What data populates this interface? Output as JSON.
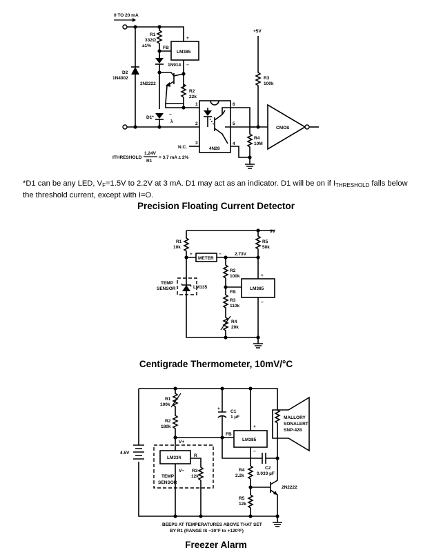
{
  "figures": [
    {
      "title": "Precision Floating Current Detector",
      "labels": {
        "input": "0 TO 20 mA",
        "r1_name": "R1",
        "r1_value": "332Ω",
        "r1_tol": "±1%",
        "fb": "FB",
        "ref_ic": "LM385",
        "plus": "+",
        "minus": "−",
        "d_1n914": "1N914",
        "d2_name": "D2",
        "d2_part": "1N4002",
        "transistor": "2N2222",
        "r2_name": "R2",
        "r2_value": "22k",
        "d1": "D1*",
        "lambda": "λ",
        "tilde": "~",
        "vcc": "+5V",
        "r3_name": "R3",
        "r3_value": "100k",
        "r4_name": "R4",
        "r4_value": "10M",
        "optocoupler": "4N28",
        "nc": "N.C.",
        "pin1": "1",
        "pin2": "2",
        "pin3": "3",
        "pin4": "4",
        "pin5": "5",
        "pin6": "6",
        "gate": "CMOS",
        "ithreshold": "I",
        "ithreshold_sub": "THRESHOLD",
        "eq_num": "1.24V",
        "eq_den": "R1",
        "eq_result": "= 3.7 mA ± 2%"
      },
      "footnote": {
        "part1": "*D1 can be any LED, V",
        "vf_sub": "F",
        "part2": "=1.5V to 2.2V at 3 mA. D1 may act as an indicator. D1 will be on if I",
        "ith_sub": "THRESHOLD",
        "part3": " falls below the threshold current, except with I=O."
      }
    },
    {
      "title": "Centigrade Thermometer, 10mV/°C",
      "labels": {
        "supply": "9V",
        "r1_name": "R1",
        "r1_value": "10k",
        "r5_name": "R5",
        "r5_value": "50k",
        "meter": "METER",
        "plus": "+",
        "minus": "−",
        "voltage": "2.73V",
        "r2_name": "R2",
        "r2_value": "100k",
        "temp": "TEMP",
        "sensor": "SENSOR",
        "sensor_ic": "LM135",
        "fb": "FB",
        "ref_ic": "LM385",
        "r3_name": "R3",
        "r3_value": "110k",
        "r4_name": "R4",
        "r4_value": "20k"
      }
    },
    {
      "title": "Freezer Alarm",
      "labels": {
        "battery": "4.5V",
        "r1_name": "R1",
        "r1_value": "100k",
        "r2_name": "R2",
        "r2_value": "180k",
        "c1_name": "C1",
        "c1_value": "1 µF",
        "c1_plus": "+",
        "fb": "FB",
        "ref_ic": "LM385",
        "plus": "+",
        "minus": "−",
        "vplus": "V+",
        "vminus": "V−",
        "sensor_ic": "LM334",
        "r_pin": "R",
        "r3_name": "R3",
        "r3_value": "12k",
        "temp": "TEMP",
        "sensor": "SENSOR",
        "r4_name": "R4",
        "r4_value": "2.2k",
        "c2_name": "C2",
        "c2_value": "0.033 µF",
        "r5_name": "R5",
        "r5_value": "12k",
        "transistor": "2N2222",
        "buzzer_1": "MALLORY",
        "buzzer_2": "SONALERT",
        "buzzer_3": "SNP-428",
        "caption_1": "BEEPS AT TEMPERATURES ABOVE THAT SET",
        "caption_2": "BY R1 (RANGE IS −30°F to +120°F)"
      }
    }
  ]
}
